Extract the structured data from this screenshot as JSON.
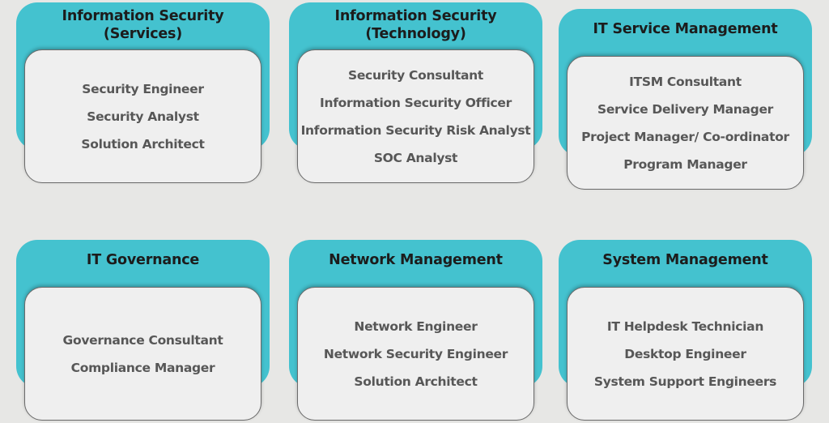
{
  "cards": [
    {
      "title_line1": "Information Security",
      "title_line2": "(Services)",
      "roles": [
        "Security Engineer",
        "Security Analyst",
        "Solution Architect"
      ]
    },
    {
      "title_line1": "Information Security",
      "title_line2": "(Technology)",
      "roles": [
        "Security Consultant",
        "Information Security Officer",
        "Information Security Risk Analyst",
        "SOC Analyst"
      ]
    },
    {
      "title_line1": "IT Service Management",
      "roles": [
        "ITSM Consultant",
        "Service Delivery Manager",
        "Project Manager/ Co-ordinator",
        "Program Manager"
      ]
    },
    {
      "title_line1": "IT Governance",
      "roles": [
        "Governance Consultant",
        "Compliance Manager"
      ]
    },
    {
      "title_line1": "Network Management",
      "roles": [
        "Network Engineer",
        "Network Security Engineer",
        "Solution Architect"
      ]
    },
    {
      "title_line1": "System Management",
      "roles": [
        "IT Helpdesk Technician",
        "Desktop Engineer",
        "System Support Engineers"
      ]
    }
  ]
}
